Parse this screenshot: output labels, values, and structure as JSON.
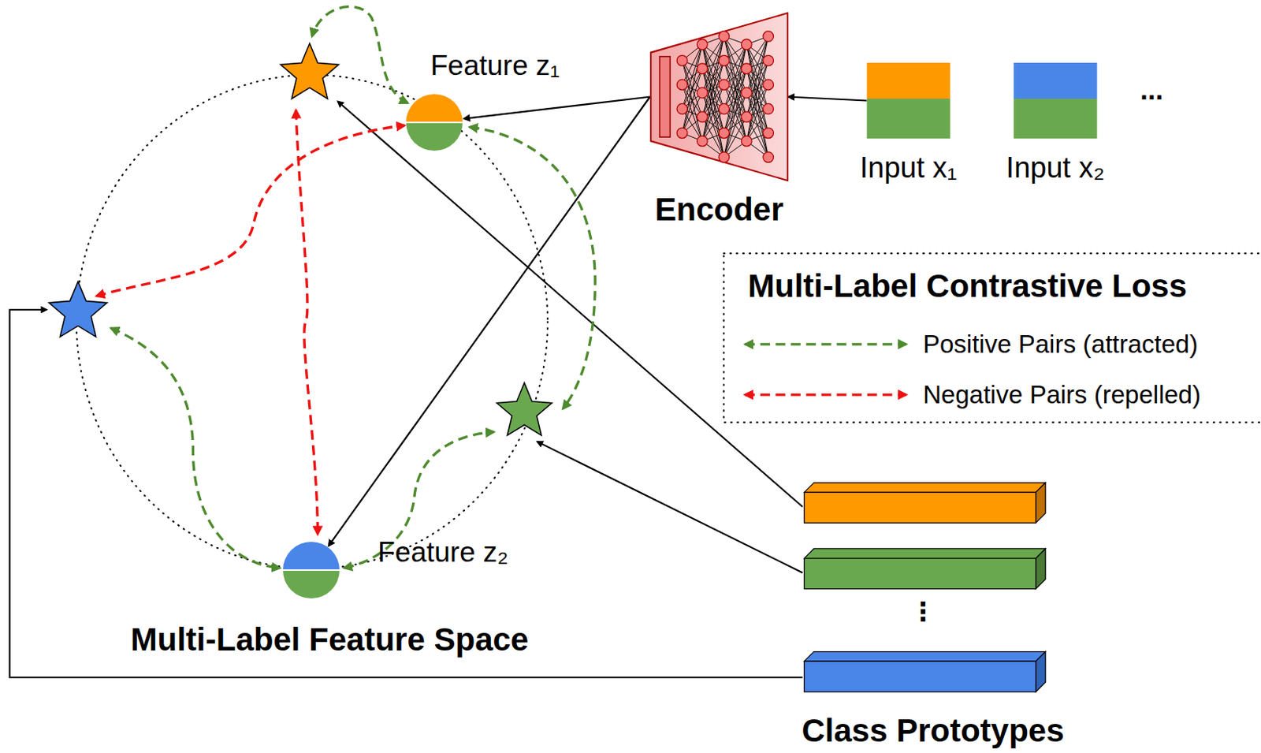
{
  "diagram": {
    "nodes": [
      {
        "text": [
          "Input x₁"
        ]
      },
      {
        "text": [
          "Input x₂"
        ]
      },
      {
        "text": [
          "Encoder"
        ]
      },
      {
        "text": [
          "Feature z₁"
        ]
      },
      {
        "text": [
          "Feature z₂"
        ]
      }
    ],
    "edges": [
      {
        "from": 0,
        "to": 2,
        "arrow": "to"
      },
      {
        "from": 2,
        "to": 3,
        "arrow": "to"
      },
      {
        "from": 2,
        "to": 4,
        "arrow": "to"
      }
    ],
    "labels": [
      "...",
      "Multi-Label Feature Space",
      "Multi-Label Contrastive Loss",
      "⋮",
      "Class Prototypes"
    ],
    "legend": [
      {
        "text": "Positive Pairs (attracted)"
      },
      {
        "text": "Negative Pairs (repelled)"
      }
    ]
  }
}
